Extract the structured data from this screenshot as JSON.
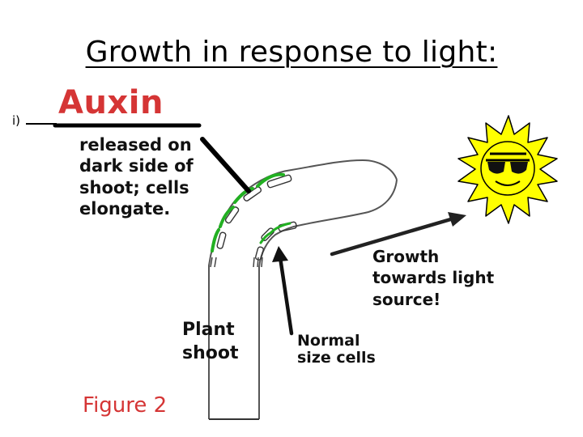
{
  "slide": {
    "title": "Growth in response to light:",
    "item_marker": "i)"
  },
  "diagram": {
    "auxin_label": "Auxin",
    "released_lines": [
      "released on",
      "dark side of",
      "shoot; cells",
      "elongate."
    ],
    "growth_lines": [
      "Growth",
      "towards light",
      "source!"
    ],
    "plant_lines": [
      "Plant",
      "shoot"
    ],
    "normal_lines": [
      "Normal",
      "size cells"
    ],
    "figure_label": "Figure 2",
    "colors": {
      "auxin_red": "#d53535",
      "cell_green": "#22b022",
      "sun_yellow": "#ffff00",
      "outline": "#000000"
    }
  }
}
